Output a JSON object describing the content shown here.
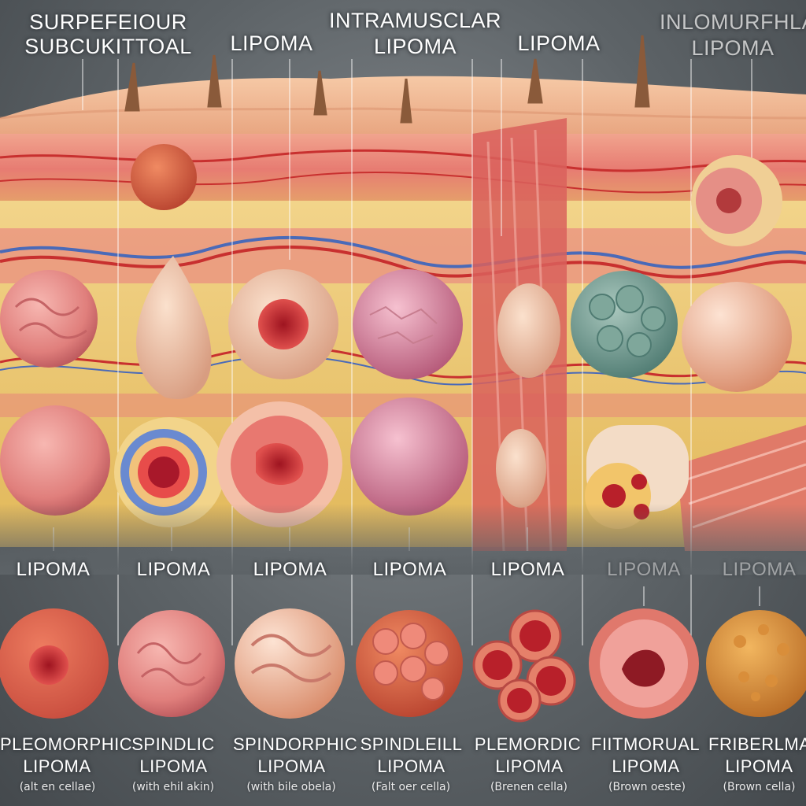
{
  "top_labels": [
    {
      "line1": "SURPEFEIOUR",
      "line2": "SUBCUKITTOAL"
    },
    {
      "line1": "LIPOMA",
      "line2": ""
    },
    {
      "line1": "INTRAMUSCLAR",
      "line2": "LIPOMA"
    },
    {
      "line1": "LIPOMA",
      "line2": ""
    },
    {
      "line1": "INLOMURFHLA",
      "line2": "LIPOMA"
    }
  ],
  "mid_labels": [
    "LIPOMA",
    "LIPOMA",
    "LIPOMA",
    "LIPOMA",
    "LIPOMA",
    "LIPOMA",
    "LIPOMA"
  ],
  "bottom_labels": [
    {
      "name": "PLEOMORPHIC",
      "sub": "LIPOMA",
      "note": "(alt en cellae)"
    },
    {
      "name": "SPINDLIC",
      "sub": "LIPOMA",
      "note": "(with ehil akin)"
    },
    {
      "name": "SPINDORPHIC",
      "sub": "LIPOMA",
      "note": "(with bile obela)"
    },
    {
      "name": "SPINDLEILL",
      "sub": "LIPOMA",
      "note": "(Falt oer cella)"
    },
    {
      "name": "PLEMORDIC",
      "sub": "LIPOMA",
      "note": "(Brenen cella)"
    },
    {
      "name": "FIITMORUAL",
      "sub": "LIPOMA",
      "note": "(Brown oeste)"
    },
    {
      "name": "FRIBERLMA",
      "sub": "LIPOMA",
      "note": "(Brown cella)"
    }
  ],
  "colors": {
    "skin": "#f0b48f",
    "dermis": "#e87a72",
    "fat": "#e9c35a",
    "vessel_red": "#c8302f",
    "vessel_blue": "#4a6ab8",
    "lipoma_pink": "#e9928f",
    "background": "#5d6367"
  }
}
